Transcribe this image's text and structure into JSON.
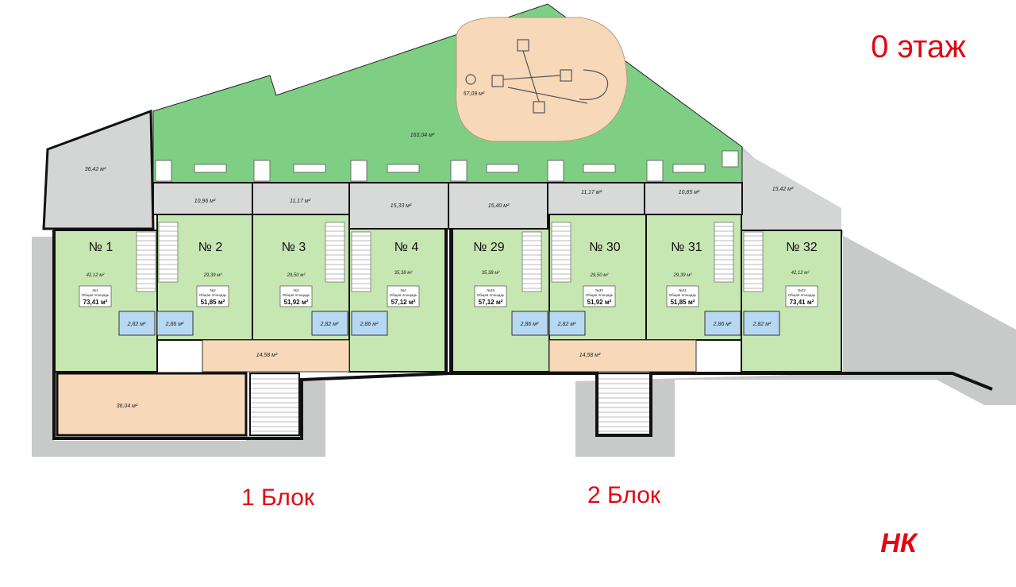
{
  "header": {
    "floor_title": "0 этаж"
  },
  "blocks": [
    {
      "label": "1 Блок"
    },
    {
      "label": "2 Блок"
    }
  ],
  "logo": {
    "text": "НК",
    "color": "#e30613"
  },
  "colors": {
    "title_red": "#e30613",
    "lawn_green": "#7ecf84",
    "apartment_green": "#c6e7b1",
    "sand": "#f7d8b8",
    "bathroom_blue": "#b6d8f2",
    "terrace_gray": "#cfd0d0",
    "wall": "#111111",
    "gray_ground": "#c8c9c9"
  },
  "areas": {
    "playground": "57,09 м²",
    "lawn": "163,04 м²",
    "terrace_left": "36,42 м²",
    "terrace_right": "15,42 м²",
    "commercial": "36,04 м²",
    "corridor_block1": "14,58 м²",
    "corridor_block2": "14,58 м²",
    "patios": [
      "10,96 м²",
      "11,17 м²",
      "15,33 м²",
      "15,40 м²",
      "11,17 м²",
      "10,85 м²"
    ]
  },
  "apartments": [
    {
      "number": "№ 1",
      "room_area": "42,12 м²",
      "small": "№1",
      "total_label": "Общая площадь",
      "total": "73,41 м²"
    },
    {
      "number": "№ 2",
      "room_area": "29,39 м²",
      "small": "№2",
      "total_label": "Общая площадь",
      "total": "51,85 м²"
    },
    {
      "number": "№ 3",
      "room_area": "29,50 м²",
      "small": "№3",
      "total_label": "Общая площадь",
      "total": "51,92 м²"
    },
    {
      "number": "№ 4",
      "room_area": "35,38 м²",
      "small": "№4",
      "total_label": "Общая площадь",
      "total": "57,12 м²"
    },
    {
      "number": "№ 29",
      "room_area": "35,38 м²",
      "small": "№29",
      "total_label": "Общая площадь",
      "total": "57,12 м²"
    },
    {
      "number": "№ 30",
      "room_area": "29,50 м²",
      "small": "№30",
      "total_label": "Общая площадь",
      "total": "51,92 м²"
    },
    {
      "number": "№ 31",
      "room_area": "29,39 м²",
      "small": "№31",
      "total_label": "Общая площадь",
      "total": "51,85 м²"
    },
    {
      "number": "№ 32",
      "room_area": "42,12 м²",
      "small": "№32",
      "total_label": "Общая площадь",
      "total": "73,41 м²"
    }
  ],
  "bathrooms": [
    "2,82 м²",
    "2,86 м²",
    "2,82 м²",
    "2,86 м²",
    "2,86 м²",
    "2,82 м²",
    "2,86 м²",
    "2,82 м²"
  ]
}
